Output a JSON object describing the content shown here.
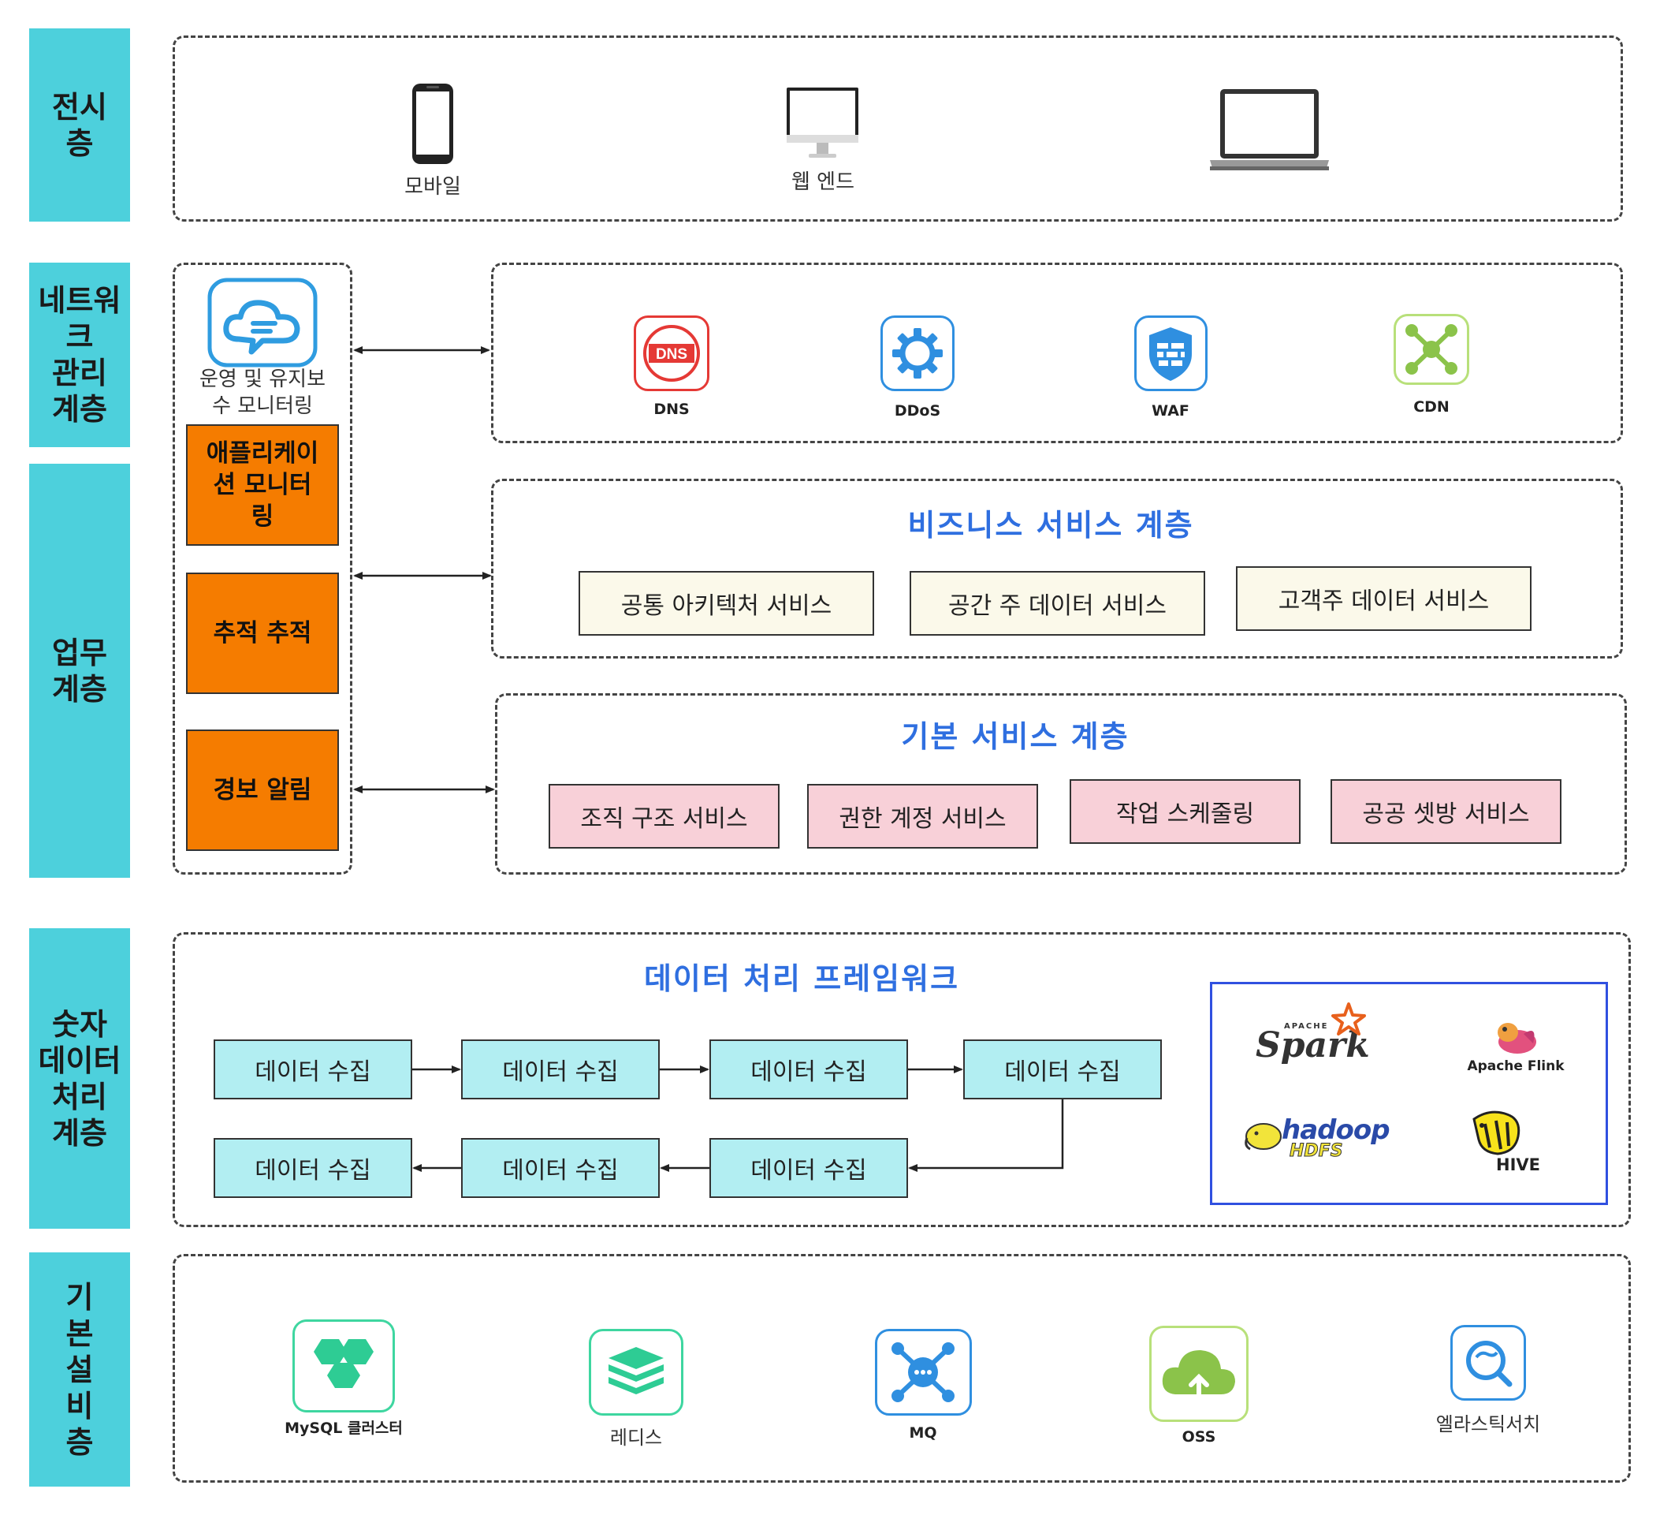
{
  "layers": {
    "display": "전시\n층",
    "network": "네트워\n크\n관리\n계층",
    "business": "업무\n계층",
    "data": "숫자\n데이터\n처리\n계층",
    "infra": "기\n본\n설\n비\n층"
  },
  "display": {
    "mobile_label": "모바일",
    "web_label": "웹 엔드"
  },
  "ops": {
    "monitor_label": "운영 및 유지보\n수 모니터링",
    "app_monitor": "애플리케이\n션  모니터\n링",
    "trace": "추적  추적",
    "alert": "경보  알림"
  },
  "network": {
    "dns": "DNS",
    "ddos": "DDoS",
    "waf": "WAF",
    "cdn": "CDN",
    "dns_icon_text": "DNS"
  },
  "business_services": {
    "title": "비즈니스  서비스  계층",
    "items": [
      "공통 아키텍처 서비스",
      "공간 주 데이터 서비스",
      "고객주 데이터 서비스"
    ]
  },
  "basic_services": {
    "title": "기본  서비스  계층",
    "items": [
      "조직 구조 서비스",
      "권한 계정 서비스",
      "작업 스케줄링",
      "공공 셋방 서비스"
    ]
  },
  "data_framework": {
    "title": "데이터  처리  프레임워크",
    "top_row": [
      "데이터 수집",
      "데이터 수집",
      "데이터 수집",
      "데이터 수집"
    ],
    "bottom_row": [
      "데이터 수집",
      "데이터 수집",
      "데이터 수집"
    ],
    "tools": {
      "spark_small": "APACHE",
      "spark": "Spark",
      "flink": "Apache Flink",
      "hadoop": "hadoop",
      "hdfs": "HDFS",
      "hive": "HIVE"
    }
  },
  "infra": {
    "mysql": "MySQL  클러스터",
    "redis": "레디스",
    "mq": "MQ",
    "oss": "OSS",
    "es": "엘라스틱서치"
  },
  "colors": {
    "layer": "#4dd0dc",
    "orange": "#f57c00",
    "title_blue": "#2f6fe0",
    "cream": "#fbf9ea",
    "pink": "#f8d0d8",
    "cyan": "#b2eef2"
  }
}
